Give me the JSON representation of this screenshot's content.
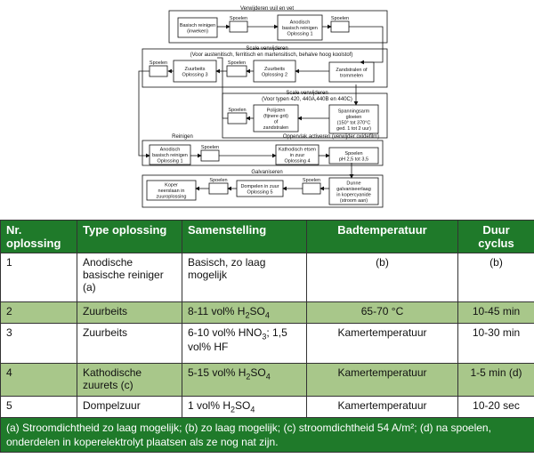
{
  "diagram": {
    "groups": {
      "g1": "Verwijderen vuil en vet",
      "g2": "Scale verwijderen",
      "g2b": "(Voor austenitisch, ferritisch en martensitisch, behalve hoog koolstof)",
      "g3": "Scale verwijderen",
      "g3b": "(Voor typen 420, 440A,440B en 440C)",
      "g4": "Reinigen",
      "g5": "Oppervlak activeren (verwijder oxidefilm)",
      "g6": "Galvaniseren"
    },
    "boxes": {
      "b1": [
        "Basisch reinigen",
        "(inweken)"
      ],
      "b2": [
        "Anodisch",
        "basisch reinigen",
        "Oplossing 1"
      ],
      "b3": [
        "Zuurbeits",
        "Oplossing 3"
      ],
      "b4": [
        "Zuurbeits",
        "Oplossing 2"
      ],
      "b5": [
        "Zandstralen of",
        "trommelen"
      ],
      "b6": [
        "Polijsten",
        "(fijnere grit)",
        "of",
        "zandstralen"
      ],
      "b7": [
        "Spanningsarm",
        "gloeien",
        "(150° tot 370°C",
        "ged. 1 tot 2 uur)"
      ],
      "b8": [
        "Anodisch",
        "basisch reinigen",
        "Oplossing 1"
      ],
      "b9": [
        "Kathodisch etsen",
        "in zuur",
        "Oplossing 4"
      ],
      "b10": [
        "Spoelen",
        "pH 2,5 tot 3,5"
      ],
      "b11": [
        "Dunne",
        "galvaniseerlaag",
        "in kopercyanide",
        "(stroom aan)"
      ],
      "b12": [
        "Dompelen in zuur",
        "Oplossing 5"
      ],
      "b13": [
        "Koper",
        "neerslaan in",
        "zuuroplossing"
      ]
    },
    "rinse": "Spoelen"
  },
  "table": {
    "headers": [
      "Nr. oplossing",
      "Type oplossing",
      "Samenstelling",
      "Badtemperatuur",
      "Duur cyclus"
    ],
    "rows": [
      {
        "nr": "1",
        "type": "Anodische basische reiniger (a)",
        "comp_pre": "Basisch, zo laag mogelijk",
        "comp_sub": "",
        "comp_post": "",
        "temp": "(b)",
        "dur": "(b)"
      },
      {
        "nr": "2",
        "type": "Zuurbeits",
        "comp_pre": "8-11 vol% H",
        "comp_sub": "2",
        "comp_post": "SO4",
        "temp": "65-70 °C",
        "dur": "10-45 min"
      },
      {
        "nr": "3",
        "type": "Zuurbeits",
        "comp_pre": "6-10 vol% HNO",
        "comp_sub": "3",
        "comp_post": "; 1,5 vol% HF",
        "temp": "Kamertemperatuur",
        "dur": "10-30 min"
      },
      {
        "nr": "4",
        "type": "Kathodische zuurets (c)",
        "comp_pre": "5-15 vol% H",
        "comp_sub": "2",
        "comp_post": "SO4",
        "temp": "Kamertemperatuur",
        "dur": "1-5 min (d)"
      },
      {
        "nr": "5",
        "type": "Dompelzuur",
        "comp_pre": "1 vol% H",
        "comp_sub": "2",
        "comp_post": "SO4",
        "temp": "Kamertemperatuur",
        "dur": "10-20 sec"
      }
    ],
    "footnote": "(a) Stroomdichtheid zo laag mogelijk; (b) zo laag mogelijk; (c) stroomdichtheid 54 A/m²; (d) na spoelen, onderdelen in koperelektrolyt plaatsen als ze nog nat zijn."
  }
}
